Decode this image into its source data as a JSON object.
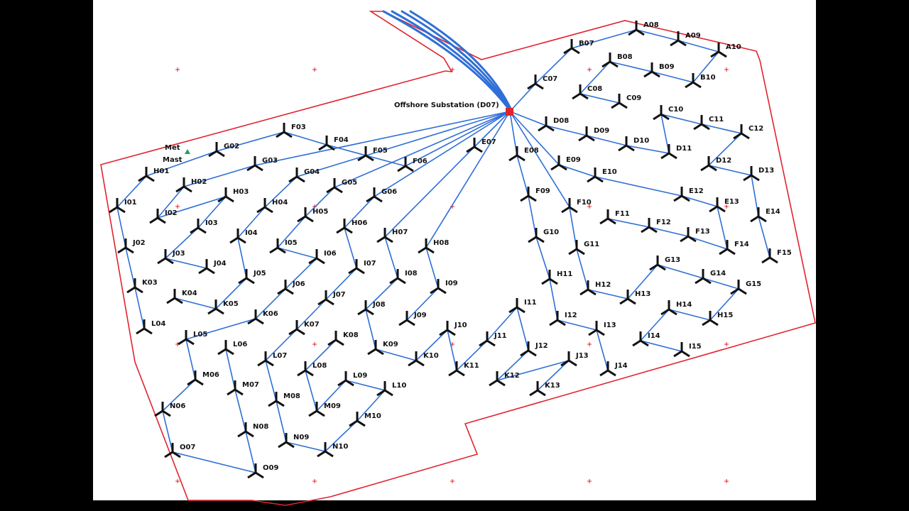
{
  "diagram": {
    "substation_label": "Offshore Substation (D07)",
    "met_mast_label_1": "Met",
    "met_mast_label_2": "Mast",
    "colors": {
      "cable": "#2f6fd6",
      "boundary": "#e0242e",
      "substation": "#e0242e",
      "met_mast": "#1f9e6a",
      "turbine": "#111111"
    },
    "icons": {
      "turbine": "turbine-icon",
      "substation": "substation-icon",
      "met_mast": "met-mast-icon"
    },
    "turbines": [
      {
        "id": "A08"
      },
      {
        "id": "A09"
      },
      {
        "id": "A10"
      },
      {
        "id": "B07"
      },
      {
        "id": "B08"
      },
      {
        "id": "B09"
      },
      {
        "id": "B10"
      },
      {
        "id": "C07"
      },
      {
        "id": "C08"
      },
      {
        "id": "C09"
      },
      {
        "id": "C10"
      },
      {
        "id": "C11"
      },
      {
        "id": "C12"
      },
      {
        "id": "D08"
      },
      {
        "id": "D09"
      },
      {
        "id": "D10"
      },
      {
        "id": "D11"
      },
      {
        "id": "D12"
      },
      {
        "id": "D13"
      },
      {
        "id": "E07"
      },
      {
        "id": "E08"
      },
      {
        "id": "E09"
      },
      {
        "id": "E10"
      },
      {
        "id": "E12"
      },
      {
        "id": "E13"
      },
      {
        "id": "E14"
      },
      {
        "id": "F03"
      },
      {
        "id": "F04"
      },
      {
        "id": "F05"
      },
      {
        "id": "F06"
      },
      {
        "id": "F09"
      },
      {
        "id": "F10"
      },
      {
        "id": "F11"
      },
      {
        "id": "F12"
      },
      {
        "id": "F13"
      },
      {
        "id": "F14"
      },
      {
        "id": "F15"
      },
      {
        "id": "G02"
      },
      {
        "id": "G03"
      },
      {
        "id": "G04"
      },
      {
        "id": "G05"
      },
      {
        "id": "G06"
      },
      {
        "id": "G10"
      },
      {
        "id": "G11"
      },
      {
        "id": "G13"
      },
      {
        "id": "G14"
      },
      {
        "id": "G15"
      },
      {
        "id": "H01"
      },
      {
        "id": "H02"
      },
      {
        "id": "H03"
      },
      {
        "id": "H04"
      },
      {
        "id": "H05"
      },
      {
        "id": "H06"
      },
      {
        "id": "H07"
      },
      {
        "id": "H08"
      },
      {
        "id": "H11"
      },
      {
        "id": "H12"
      },
      {
        "id": "H13"
      },
      {
        "id": "H14"
      },
      {
        "id": "H15"
      },
      {
        "id": "I01"
      },
      {
        "id": "I02"
      },
      {
        "id": "I03"
      },
      {
        "id": "I04"
      },
      {
        "id": "I05"
      },
      {
        "id": "I06"
      },
      {
        "id": "I07"
      },
      {
        "id": "I08"
      },
      {
        "id": "I09"
      },
      {
        "id": "I11"
      },
      {
        "id": "I12"
      },
      {
        "id": "I13"
      },
      {
        "id": "I14"
      },
      {
        "id": "I15"
      },
      {
        "id": "J02"
      },
      {
        "id": "J03"
      },
      {
        "id": "J04"
      },
      {
        "id": "J05"
      },
      {
        "id": "J06"
      },
      {
        "id": "J07"
      },
      {
        "id": "J08"
      },
      {
        "id": "J09"
      },
      {
        "id": "J10"
      },
      {
        "id": "J11"
      },
      {
        "id": "J12"
      },
      {
        "id": "J13"
      },
      {
        "id": "J14"
      },
      {
        "id": "K03"
      },
      {
        "id": "K04"
      },
      {
        "id": "K05"
      },
      {
        "id": "K06"
      },
      {
        "id": "K07"
      },
      {
        "id": "K08"
      },
      {
        "id": "K09"
      },
      {
        "id": "K10"
      },
      {
        "id": "K11"
      },
      {
        "id": "K12"
      },
      {
        "id": "K13"
      },
      {
        "id": "L04"
      },
      {
        "id": "L05"
      },
      {
        "id": "L06"
      },
      {
        "id": "L07"
      },
      {
        "id": "L08"
      },
      {
        "id": "L09"
      },
      {
        "id": "L10"
      },
      {
        "id": "M06"
      },
      {
        "id": "M07"
      },
      {
        "id": "M08"
      },
      {
        "id": "M09"
      },
      {
        "id": "M10"
      },
      {
        "id": "N06"
      },
      {
        "id": "N08"
      },
      {
        "id": "N09"
      },
      {
        "id": "N10"
      },
      {
        "id": "O07"
      },
      {
        "id": "O09"
      }
    ]
  }
}
